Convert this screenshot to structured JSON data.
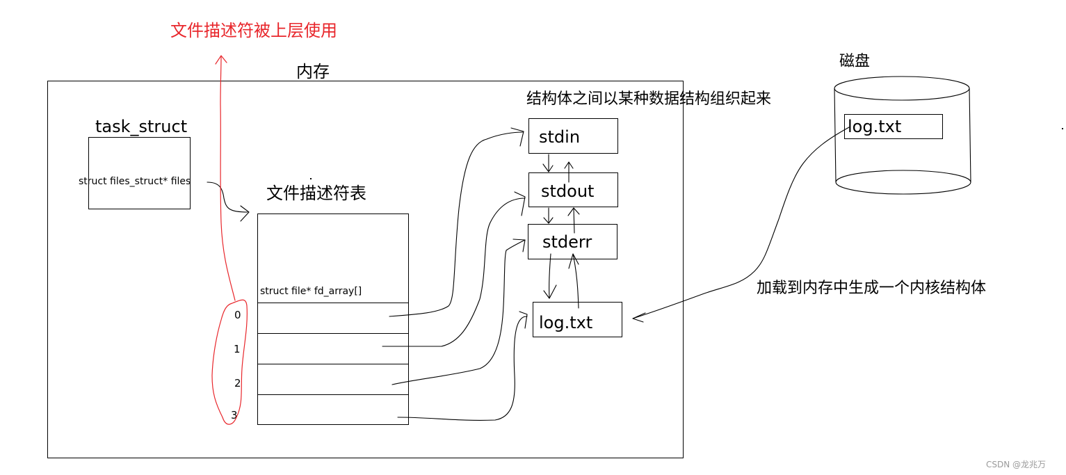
{
  "annotations": {
    "upper_layer_note": "文件描述符被上层使用",
    "memory_label": "内存",
    "organize_note": "结构体之间以某种数据结构组织起来",
    "disk_label": "磁盘",
    "load_note": "加载到内存中生成一个内核结构体",
    "watermark": "CSDN @龙兆万"
  },
  "colors": {
    "annotation_red": "#e8262b",
    "line": "#000000",
    "watermark": "#9a9a9a"
  },
  "task_struct": {
    "title": "task_struct",
    "field": "struct files_struct* files"
  },
  "fd_table": {
    "title": "文件描述符表",
    "field": "struct file* fd_array[]",
    "indices": [
      "0",
      "1",
      "2",
      "3"
    ]
  },
  "file_structs": [
    {
      "label": "stdin"
    },
    {
      "label": "stdout"
    },
    {
      "label": "stderr"
    },
    {
      "label": "log.txt"
    }
  ],
  "disk": {
    "file": "log.txt"
  }
}
